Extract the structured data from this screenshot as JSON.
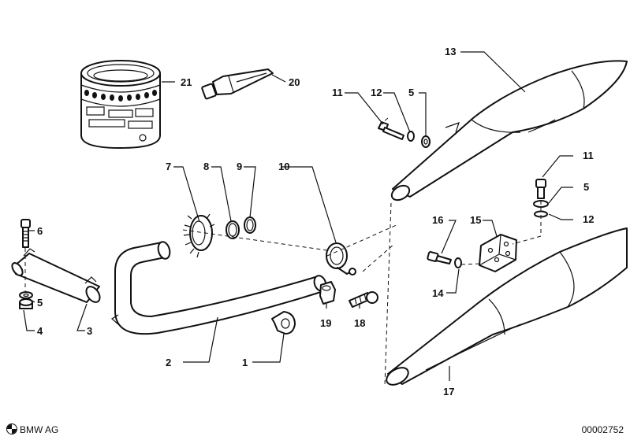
{
  "diagram": {
    "callouts": [
      {
        "id": "c1",
        "text": "1"
      },
      {
        "id": "c2",
        "text": "2"
      },
      {
        "id": "c3",
        "text": "3"
      },
      {
        "id": "c4",
        "text": "4"
      },
      {
        "id": "c5a",
        "text": "5"
      },
      {
        "id": "c5b",
        "text": "5"
      },
      {
        "id": "c5c",
        "text": "5"
      },
      {
        "id": "c6",
        "text": "6"
      },
      {
        "id": "c7",
        "text": "7"
      },
      {
        "id": "c8",
        "text": "8"
      },
      {
        "id": "c9",
        "text": "9"
      },
      {
        "id": "c10",
        "text": "10"
      },
      {
        "id": "c11a",
        "text": "11"
      },
      {
        "id": "c11b",
        "text": "11"
      },
      {
        "id": "c12a",
        "text": "12"
      },
      {
        "id": "c12b",
        "text": "12"
      },
      {
        "id": "c13",
        "text": "13"
      },
      {
        "id": "c14",
        "text": "14"
      },
      {
        "id": "c15",
        "text": "15"
      },
      {
        "id": "c16",
        "text": "16"
      },
      {
        "id": "c17",
        "text": "17"
      },
      {
        "id": "c18",
        "text": "18"
      },
      {
        "id": "c19",
        "text": "19"
      },
      {
        "id": "c20",
        "text": "20"
      },
      {
        "id": "c21",
        "text": "21"
      }
    ]
  },
  "footer": {
    "copyright": "BMW AG",
    "doc_id": "00002752"
  }
}
